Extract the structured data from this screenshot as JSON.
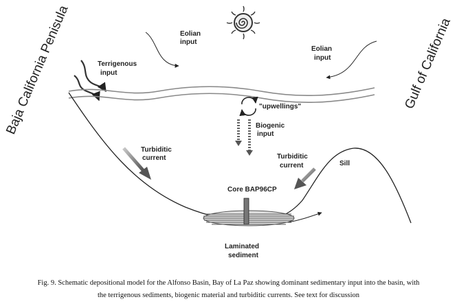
{
  "labels": {
    "eolian_left": [
      "Eolian",
      "input"
    ],
    "eolian_right": [
      "Eolian",
      "input"
    ],
    "terrigenous": [
      "Terrigenous",
      "input"
    ],
    "baja": "Baja California Penisula",
    "gulf": "Gulf of California",
    "upwellings": "\"upwellings\"",
    "biogenic": [
      "Biogenic",
      "input"
    ],
    "turbiditic_left": [
      "Turbiditic",
      "current"
    ],
    "turbiditic_right": [
      "Turbiditic",
      "current"
    ],
    "sill": "Sill",
    "core": "Core BAP96CP",
    "laminated": [
      "Laminated",
      "sediment"
    ]
  },
  "caption": {
    "line1": "Fig. 9. Schematic depositional model for the Alfonso Basin, Bay of La Paz showing dominant sedimentary input into the basin, with",
    "line2": "the terrigenous sediments, biogenic material and turbiditic currents. See text for discussion"
  },
  "icons": [
    "sun-icon"
  ],
  "colors": {
    "stroke": "#222222",
    "water": "#888888",
    "arrow_fill": "#707070",
    "background": "#ffffff"
  }
}
